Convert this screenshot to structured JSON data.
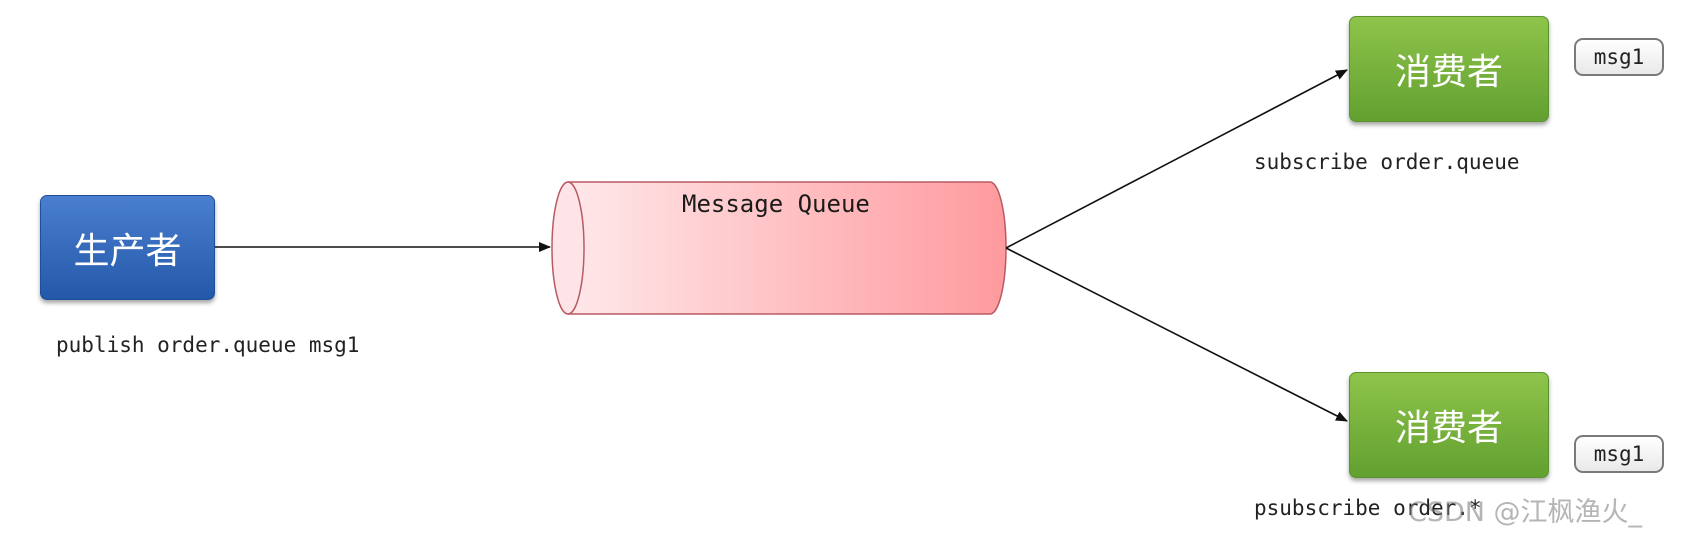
{
  "producer": {
    "label": "生产者",
    "command": "publish order.queue msg1"
  },
  "queue": {
    "label": "Message Queue"
  },
  "consumers": [
    {
      "label": "消费者",
      "command": "subscribe order.queue",
      "message": "msg1"
    },
    {
      "label": "消费者",
      "command": "psubscribe order.*",
      "message": "msg1"
    }
  ],
  "watermark": "CSDN @江枫渔火_",
  "colors": {
    "producer": "#2f65b8",
    "consumer": "#76b03c",
    "queue_light": "#ffe8ea",
    "queue_dark": "#ff9a9e"
  }
}
